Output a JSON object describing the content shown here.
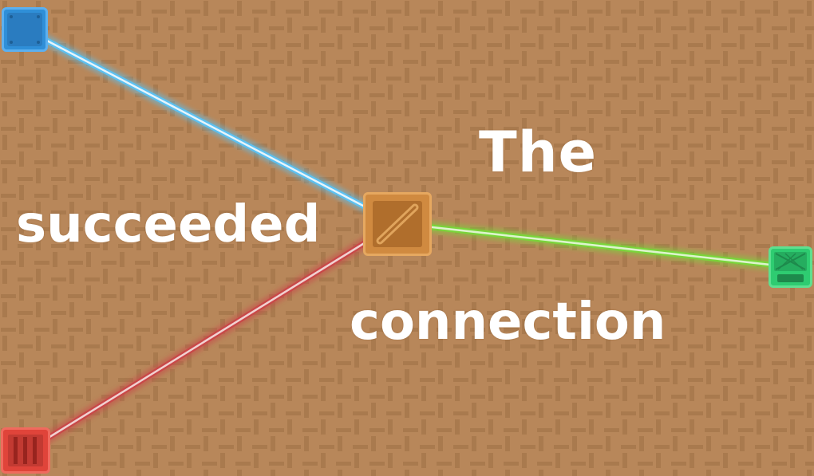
{
  "board": {
    "background_color": "#b8875a",
    "plank_color": "#a97a4e",
    "seam_color": "#c4946a"
  },
  "hub": {
    "icon": "diagonal-slash-crate-icon",
    "color": "#d08a40"
  },
  "endpoints": [
    {
      "id": "blue",
      "icon": "riveted-crate-icon",
      "color": "#2f8fd8",
      "beam_color": "#5cc0f0"
    },
    {
      "id": "green",
      "icon": "cross-hatch-crate-icon",
      "color": "#2ecc71",
      "beam_color": "#7ad43a"
    },
    {
      "id": "red",
      "icon": "slatted-crate-icon",
      "color": "#e0443a",
      "beam_color": "#c84848"
    }
  ],
  "words": {
    "the": "The",
    "succeeded": "succeeded",
    "connection": "connection"
  }
}
